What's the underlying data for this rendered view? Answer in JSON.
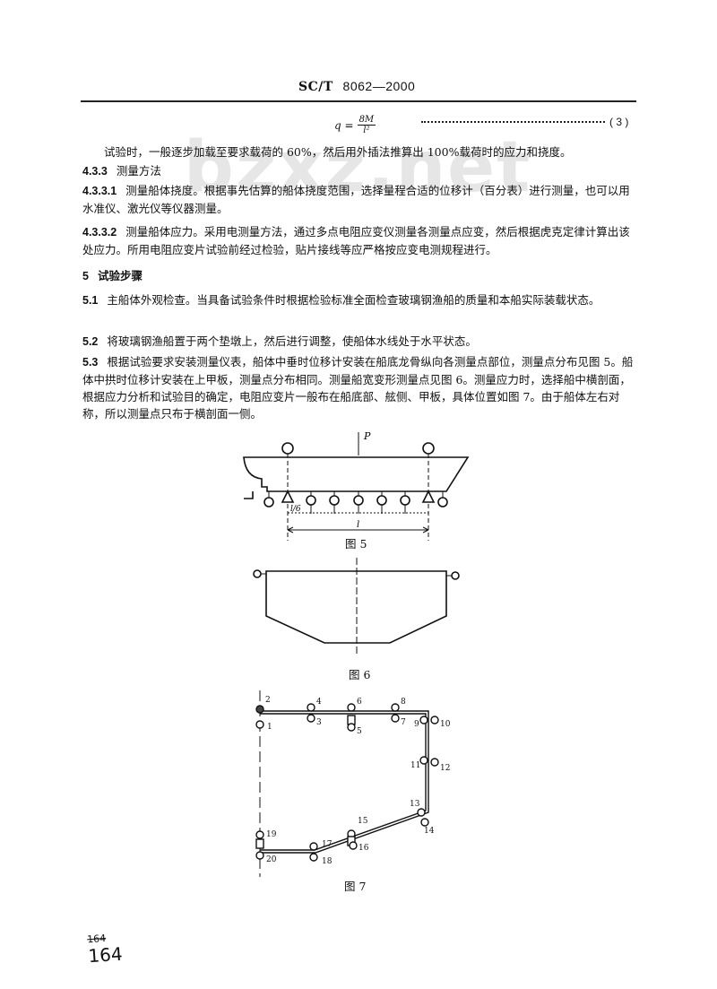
{
  "header": {
    "code": "SC/T",
    "number": "8062—2000"
  },
  "formula": {
    "lhs": "q =",
    "numerator": "8M",
    "denominator": "l²",
    "eq_number": "( 3 )"
  },
  "watermark": "bzxz.net",
  "paragraphs": {
    "p1": "试验时，一般逐步加载至要求载荷的 60%，然后用外插法推算出 100%载荷时的应力和挠度。",
    "s433_num": "4.3.3",
    "s433_title": "测量方法",
    "s4331_num": "4.3.3.1",
    "s4331_text": "测量船体挠度。根据事先估算的船体挠度范围，选择量程合适的位移计（百分表）进行测量，也可以用水准仪、激光仪等仪器测量。",
    "s4332_num": "4.3.3.2",
    "s4332_text": "测量船体应力。采用电测量方法，通过多点电阻应变仪测量各测量点应变，然后根据虎克定律计算出该处应力。所用电阻应变片试验前经过检验，贴片接线等应严格按应变电测规程进行。",
    "s5_num": "5",
    "s5_title": "试验步骤",
    "s51_num": "5.1",
    "s51_text": "主船体外观检查。当具备试验条件时根据检验标准全面检查玻璃钢渔船的质量和本船实际装载状态。",
    "s52_num": "5.2",
    "s52_text": "将玻璃钢渔船置于两个垫墩上，然后进行调整，使船体水线处于水平状态。",
    "s53_num": "5.3",
    "s53_text": "根据试验要求安装测量仪表，船体中垂时位移计安装在船底龙骨纵向各测量点部位，测量点分布见图 5。船体中拱时位移计安装在上甲板，测量点分布相同。测量船宽变形测量点见图 6。测量应力时，选择船中横剖面，根据应力分析和试验目的确定，电阻应变片一般布在船底部、舷侧、甲板，具体位置如图 7。由于船体左右对称，所以测量点只布于横剖面一侧。"
  },
  "figures": {
    "fig5": {
      "caption": "图 5",
      "load_label": "P",
      "span_label": "l",
      "segment_label": "l/6"
    },
    "fig6": {
      "caption": "图 6"
    },
    "fig7": {
      "caption": "图 7",
      "points": [
        "1",
        "2",
        "3",
        "4",
        "5",
        "6",
        "7",
        "8",
        "9",
        "10",
        "11",
        "12",
        "13",
        "14",
        "15",
        "16",
        "17",
        "18",
        "19",
        "20"
      ]
    }
  },
  "page_number_handwritten": "164",
  "page_number_struck": "164"
}
